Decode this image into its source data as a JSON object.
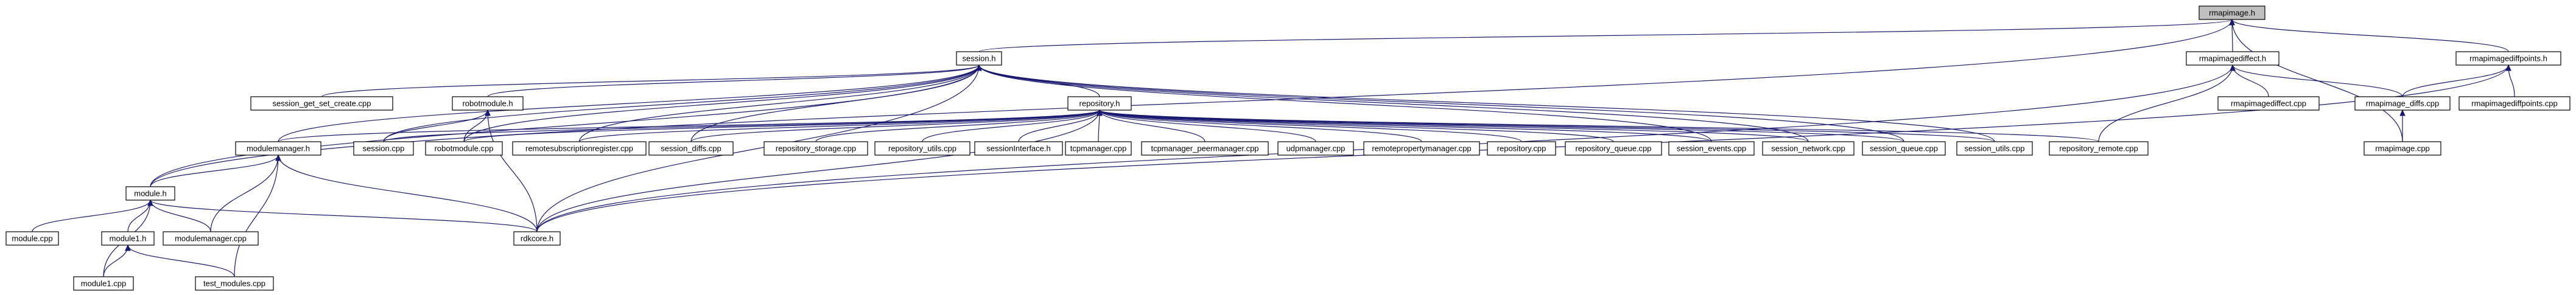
{
  "graph": {
    "edge_color": "#191970",
    "root_fill": "#bfbfbf",
    "nodes": [
      {
        "id": "rmapimage_h",
        "label": "rmapimage.h",
        "root": true
      },
      {
        "id": "session_h",
        "label": "session.h"
      },
      {
        "id": "rmapimagediffect_h",
        "label": "rmapimagediffect.h"
      },
      {
        "id": "rmapimagediffpoints_h",
        "label": "rmapimagediffpoints.h"
      },
      {
        "id": "session_get_set_create_cpp",
        "label": "session_get_set_create.cpp"
      },
      {
        "id": "robotmodule_h",
        "label": "robotmodule.h"
      },
      {
        "id": "repository_h",
        "label": "repository.h"
      },
      {
        "id": "rmapimagediffect_cpp",
        "label": "rmapimagediffect.cpp"
      },
      {
        "id": "rmapimage_diffs_cpp",
        "label": "rmapimage_diffs.cpp"
      },
      {
        "id": "rmapimagediffpoints_cpp",
        "label": "rmapimagediffpoints.cpp"
      },
      {
        "id": "modulemanager_h",
        "label": "modulemanager.h"
      },
      {
        "id": "session_cpp",
        "label": "session.cpp"
      },
      {
        "id": "robotmodule_cpp",
        "label": "robotmodule.cpp"
      },
      {
        "id": "remotesubscriptionregister_cpp",
        "label": "remotesubscriptionregister.cpp"
      },
      {
        "id": "session_diffs_cpp",
        "label": "session_diffs.cpp"
      },
      {
        "id": "repository_storage_cpp",
        "label": "repository_storage.cpp"
      },
      {
        "id": "repository_utils_cpp",
        "label": "repository_utils.cpp"
      },
      {
        "id": "sessioninterface_h",
        "label": "sessionInterface.h"
      },
      {
        "id": "tcpmanager_cpp",
        "label": "tcpmanager.cpp"
      },
      {
        "id": "tcpmanager_peermanager_cpp",
        "label": "tcpmanager_peermanager.cpp"
      },
      {
        "id": "udpmanager_cpp",
        "label": "udpmanager.cpp"
      },
      {
        "id": "remotepropertymanager_cpp",
        "label": "remotepropertymanager.cpp"
      },
      {
        "id": "repository_cpp",
        "label": "repository.cpp"
      },
      {
        "id": "repository_queue_cpp",
        "label": "repository_queue.cpp"
      },
      {
        "id": "session_events_cpp",
        "label": "session_events.cpp"
      },
      {
        "id": "session_network_cpp",
        "label": "session_network.cpp"
      },
      {
        "id": "session_queue_cpp",
        "label": "session_queue.cpp"
      },
      {
        "id": "session_utils_cpp",
        "label": "session_utils.cpp"
      },
      {
        "id": "repository_remote_cpp",
        "label": "repository_remote.cpp"
      },
      {
        "id": "rmapimage_cpp",
        "label": "rmapimage.cpp"
      },
      {
        "id": "module_h",
        "label": "module.h"
      },
      {
        "id": "rdkcore_h",
        "label": "rdkcore.h"
      },
      {
        "id": "module_cpp",
        "label": "module.cpp"
      },
      {
        "id": "module1_h",
        "label": "module1.h"
      },
      {
        "id": "modulemanager_cpp",
        "label": "modulemanager.cpp"
      },
      {
        "id": "module1_cpp",
        "label": "module1.cpp"
      },
      {
        "id": "test_modules_cpp",
        "label": "test_modules.cpp"
      }
    ],
    "edges": [
      [
        "rmapimage_h",
        "session_h"
      ],
      [
        "rmapimage_h",
        "rmapimagediffect_h"
      ],
      [
        "rmapimage_h",
        "rmapimagediffpoints_h"
      ],
      [
        "rmapimage_h",
        "rmapimage_cpp"
      ],
      [
        "rmapimage_h",
        "module_h"
      ],
      [
        "rmapimagediffect_h",
        "rmapimagediffect_cpp"
      ],
      [
        "rmapimagediffect_h",
        "rmapimage_diffs_cpp"
      ],
      [
        "rmapimagediffect_h",
        "repository_remote_cpp"
      ],
      [
        "rmapimagediffect_h",
        "rdkcore_h"
      ],
      [
        "rmapimagediffpoints_h",
        "rmapimagediffpoints_cpp"
      ],
      [
        "rmapimagediffpoints_h",
        "rmapimage_diffs_cpp"
      ],
      [
        "rmapimagediffpoints_h",
        "rdkcore_h"
      ],
      [
        "rmapimage_diffs_cpp",
        "rmapimage_cpp"
      ],
      [
        "session_h",
        "session_get_set_create_cpp"
      ],
      [
        "session_h",
        "robotmodule_h"
      ],
      [
        "session_h",
        "repository_h"
      ],
      [
        "session_h",
        "modulemanager_h"
      ],
      [
        "session_h",
        "module_h"
      ],
      [
        "session_h",
        "rdkcore_h"
      ],
      [
        "session_h",
        "session_cpp"
      ],
      [
        "session_h",
        "robotmodule_cpp"
      ],
      [
        "session_h",
        "remotesubscriptionregister_cpp"
      ],
      [
        "session_h",
        "session_diffs_cpp"
      ],
      [
        "session_h",
        "session_events_cpp"
      ],
      [
        "session_h",
        "session_network_cpp"
      ],
      [
        "session_h",
        "session_queue_cpp"
      ],
      [
        "session_h",
        "session_utils_cpp"
      ],
      [
        "robotmodule_h",
        "session_cpp"
      ],
      [
        "robotmodule_h",
        "robotmodule_cpp"
      ],
      [
        "robotmodule_h",
        "rdkcore_h"
      ],
      [
        "repository_h",
        "modulemanager_h"
      ],
      [
        "repository_h",
        "session_cpp"
      ],
      [
        "repository_h",
        "robotmodule_cpp"
      ],
      [
        "repository_h",
        "remotesubscriptionregister_cpp"
      ],
      [
        "repository_h",
        "session_diffs_cpp"
      ],
      [
        "repository_h",
        "repository_storage_cpp"
      ],
      [
        "repository_h",
        "repository_utils_cpp"
      ],
      [
        "repository_h",
        "sessioninterface_h"
      ],
      [
        "repository_h",
        "tcpmanager_cpp"
      ],
      [
        "repository_h",
        "tcpmanager_peermanager_cpp"
      ],
      [
        "repository_h",
        "udpmanager_cpp"
      ],
      [
        "repository_h",
        "remotepropertymanager_cpp"
      ],
      [
        "repository_h",
        "repository_cpp"
      ],
      [
        "repository_h",
        "repository_queue_cpp"
      ],
      [
        "repository_h",
        "session_events_cpp"
      ],
      [
        "repository_h",
        "session_network_cpp"
      ],
      [
        "repository_h",
        "session_queue_cpp"
      ],
      [
        "repository_h",
        "session_utils_cpp"
      ],
      [
        "repository_h",
        "repository_remote_cpp"
      ],
      [
        "repository_h",
        "rdkcore_h"
      ],
      [
        "modulemanager_h",
        "module_h"
      ],
      [
        "modulemanager_h",
        "modulemanager_cpp"
      ],
      [
        "modulemanager_h",
        "test_modules_cpp"
      ],
      [
        "modulemanager_h",
        "rdkcore_h"
      ],
      [
        "module_h",
        "module_cpp"
      ],
      [
        "module_h",
        "module1_h"
      ],
      [
        "module_h",
        "modulemanager_cpp"
      ],
      [
        "module_h",
        "rdkcore_h"
      ],
      [
        "module_h",
        "module1_cpp"
      ],
      [
        "module1_h",
        "module1_cpp"
      ],
      [
        "module1_h",
        "test_modules_cpp"
      ]
    ]
  }
}
